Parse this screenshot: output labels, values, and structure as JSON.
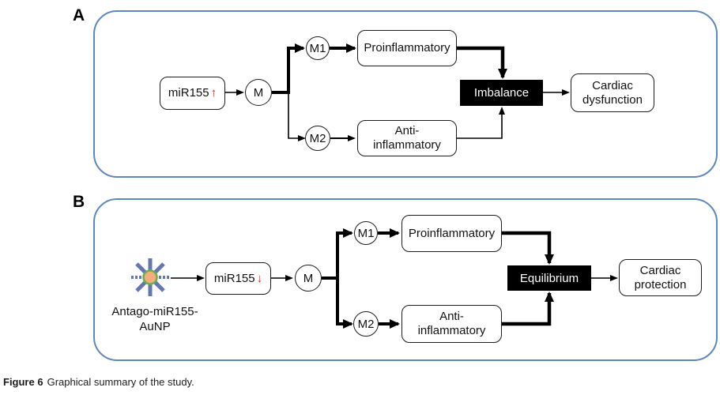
{
  "caption": {
    "label": "Figure 6",
    "text": "Graphical summary of the study."
  },
  "panel_a": {
    "label": "A",
    "mir_text": "miR155",
    "mir_arrow": "↑",
    "m": "M",
    "m1": "M1",
    "m2": "M2",
    "pro": "Proinflammatory",
    "anti_line1": "Anti-",
    "anti_line2": "inflammatory",
    "state": "Imbalance",
    "outcome_line1": "Cardiac",
    "outcome_line2": "dysfunction"
  },
  "panel_b": {
    "label": "B",
    "np_line1": "Antago-miR155-",
    "np_line2": "AuNP",
    "mir_text": "miR155",
    "mir_arrow": "↓",
    "m": "M",
    "m1": "M1",
    "m2": "M2",
    "pro": "Proinflammatory",
    "anti_line1": "Anti-",
    "anti_line2": "inflammatory",
    "state": "Equilibrium",
    "outcome_line1": "Cardiac",
    "outcome_line2": "protection"
  },
  "colors": {
    "panel_border": "#5e86c0",
    "highlight_red": "#d42422",
    "state_box_bg": "#000000",
    "state_box_text": "#ffffff",
    "np_spoke_blue": "#6577ae",
    "np_core_orange": "#f6ad7b",
    "np_ring_green": "#69b04c"
  }
}
